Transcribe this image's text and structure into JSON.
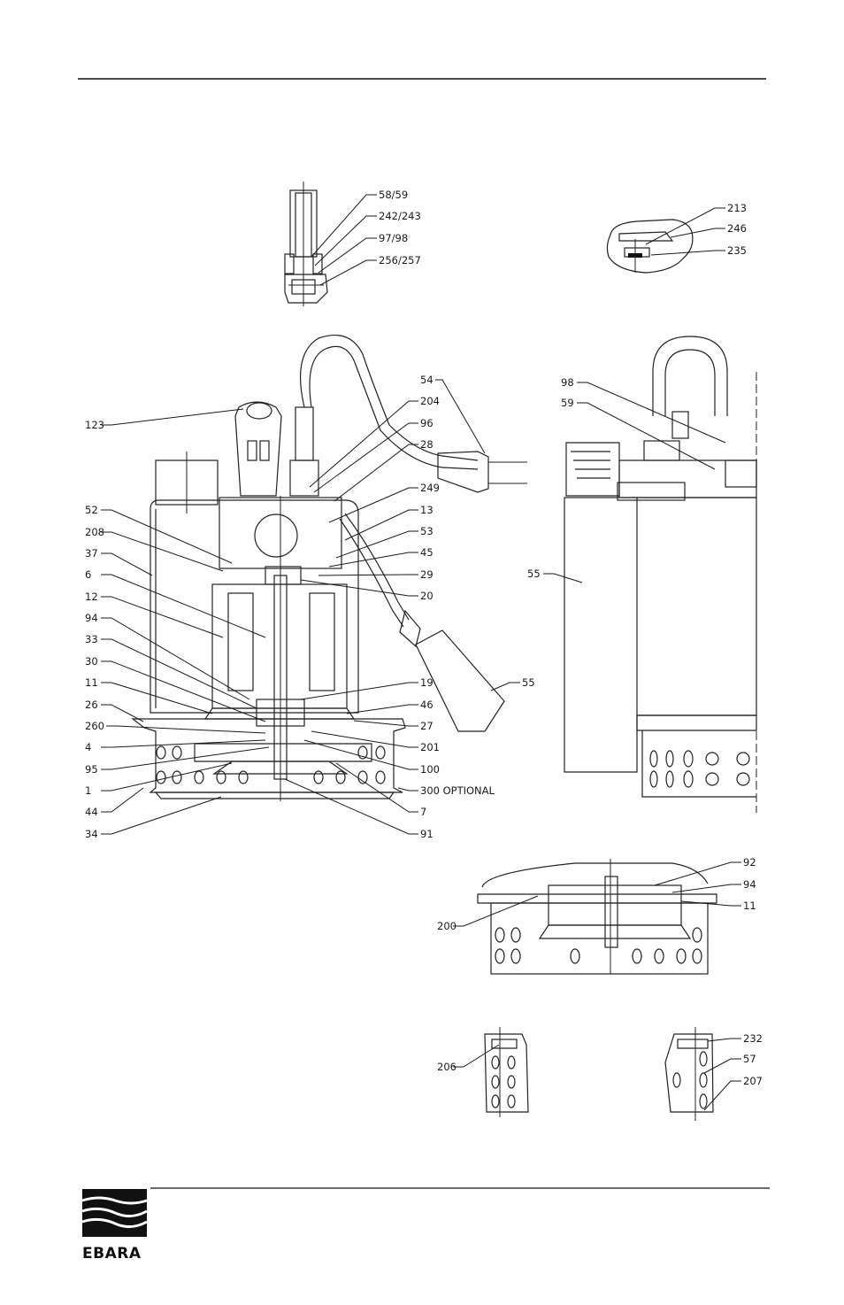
{
  "brand": {
    "name": "EBARA"
  },
  "views": {
    "main": {
      "left_labels": [
        "123",
        "52",
        "208",
        "37",
        "6",
        "12",
        "94",
        "33",
        "30",
        "11",
        "26",
        "260",
        "4",
        "95",
        "1",
        "44",
        "34"
      ],
      "right_labels": [
        "54",
        "204",
        "96",
        "28",
        "249",
        "13",
        "53",
        "45",
        "29",
        "20",
        "19",
        "46",
        "27",
        "201",
        "100",
        "300 OPTIONAL",
        "7",
        "91"
      ],
      "float_label": "55"
    },
    "cable_detail": {
      "labels": [
        "58/59",
        "242/243",
        "97/98",
        "256/257"
      ]
    },
    "handle_detail": {
      "labels": [
        "213",
        "246",
        "235"
      ]
    },
    "side_view": {
      "labels": [
        "98",
        "59",
        "55"
      ]
    },
    "base_detail": {
      "labels": [
        "92",
        "94",
        "11",
        "200"
      ]
    },
    "foot_detail_left": {
      "labels": [
        "206"
      ]
    },
    "foot_detail_right": {
      "labels": [
        "232",
        "57",
        "207"
      ]
    }
  }
}
